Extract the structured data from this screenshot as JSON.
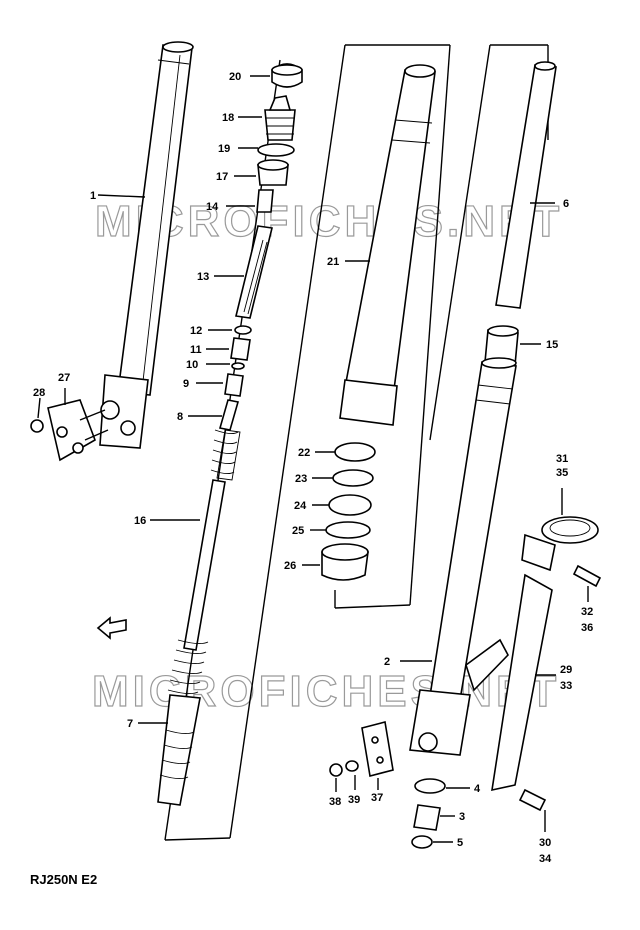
{
  "watermark": "MICROFICHES.NET",
  "diagram_code": "RJ250N E2",
  "labels": [
    {
      "id": "l20",
      "text": "20"
    },
    {
      "id": "l18",
      "text": "18"
    },
    {
      "id": "l19",
      "text": "19"
    },
    {
      "id": "l17",
      "text": "17"
    },
    {
      "id": "l14",
      "text": "14"
    },
    {
      "id": "l13",
      "text": "13"
    },
    {
      "id": "l12",
      "text": "12"
    },
    {
      "id": "l11",
      "text": "11"
    },
    {
      "id": "l10",
      "text": "10"
    },
    {
      "id": "l9",
      "text": "9"
    },
    {
      "id": "l8",
      "text": "8"
    },
    {
      "id": "l16",
      "text": "16"
    },
    {
      "id": "l7",
      "text": "7"
    },
    {
      "id": "l1",
      "text": "1"
    },
    {
      "id": "l27",
      "text": "27"
    },
    {
      "id": "l28",
      "text": "28"
    },
    {
      "id": "l21",
      "text": "21"
    },
    {
      "id": "l22",
      "text": "22"
    },
    {
      "id": "l23",
      "text": "23"
    },
    {
      "id": "l24",
      "text": "24"
    },
    {
      "id": "l25",
      "text": "25"
    },
    {
      "id": "l26",
      "text": "26"
    },
    {
      "id": "l6",
      "text": "6"
    },
    {
      "id": "l15",
      "text": "15"
    },
    {
      "id": "l31",
      "text": "31"
    },
    {
      "id": "l35",
      "text": "35"
    },
    {
      "id": "l32",
      "text": "32"
    },
    {
      "id": "l36",
      "text": "36"
    },
    {
      "id": "l29",
      "text": "29"
    },
    {
      "id": "l33",
      "text": "33"
    },
    {
      "id": "l2",
      "text": "2"
    },
    {
      "id": "l4",
      "text": "4"
    },
    {
      "id": "l3",
      "text": "3"
    },
    {
      "id": "l5",
      "text": "5"
    },
    {
      "id": "l30",
      "text": "30"
    },
    {
      "id": "l34",
      "text": "34"
    },
    {
      "id": "l38",
      "text": "38"
    },
    {
      "id": "l39",
      "text": "39"
    },
    {
      "id": "l37",
      "text": "37"
    }
  ]
}
